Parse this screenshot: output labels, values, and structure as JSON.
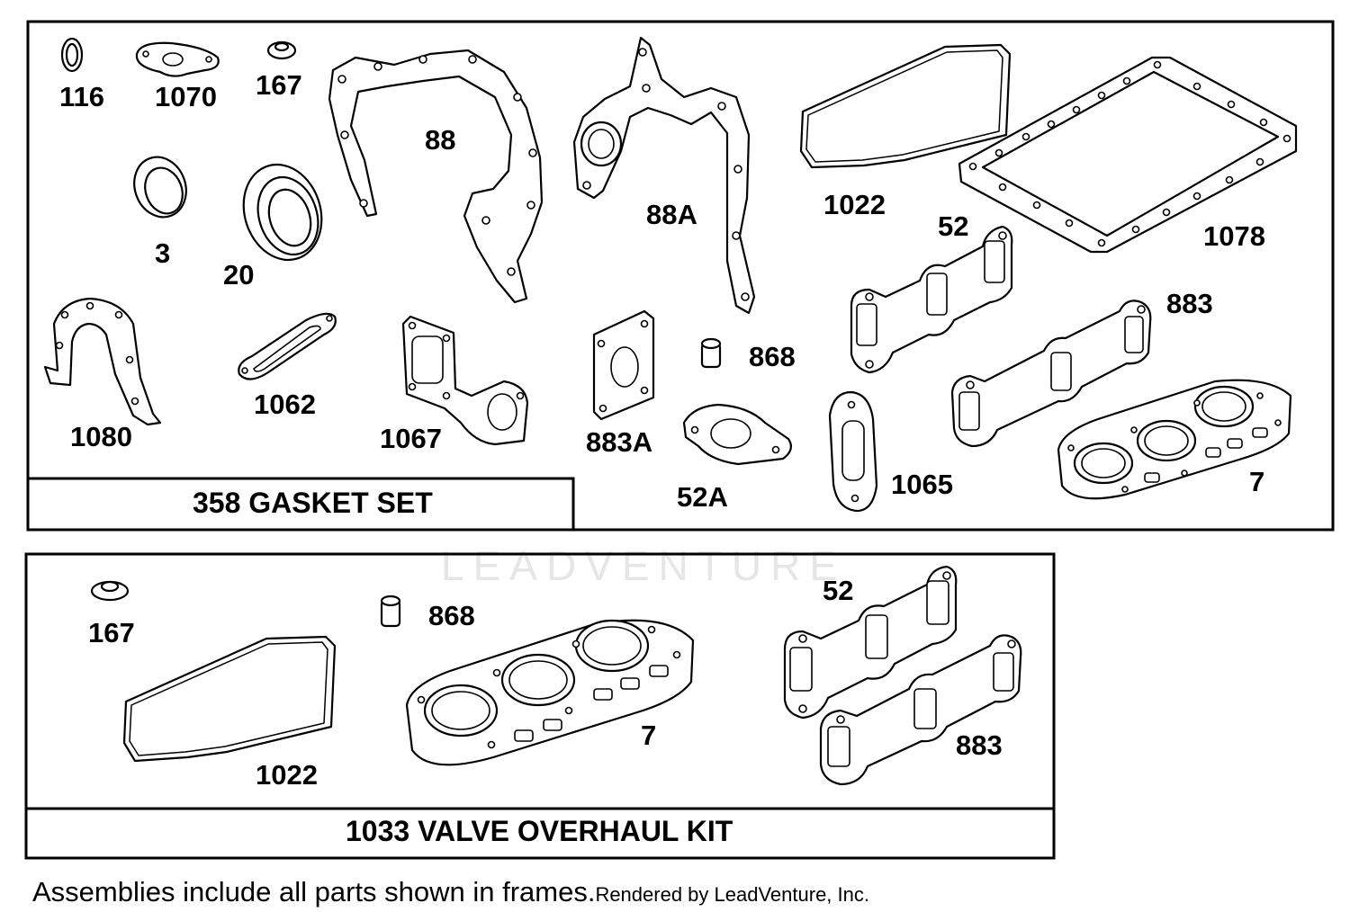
{
  "frames": {
    "gasket_set": {
      "title": "358 GASKET SET"
    },
    "valve_kit": {
      "title": "1033 VALVE OVERHAUL KIT"
    }
  },
  "watermark": "LEADVENTURE",
  "footnote": {
    "text": "Assemblies include all parts shown in frames.",
    "credit": "Rendered by LeadVenture, Inc."
  },
  "labels": {
    "p116": "116",
    "p1070": "1070",
    "p167": "167",
    "p88": "88",
    "p88a": "88A",
    "p1022": "1022",
    "p52": "52",
    "p1078": "1078",
    "p3": "3",
    "p20": "20",
    "p883": "883",
    "p868": "868",
    "p1080": "1080",
    "p1062": "1062",
    "p1067": "1067",
    "p883a": "883A",
    "p52a": "52A",
    "p1065": "1065",
    "p7": "7",
    "v167": "167",
    "v868": "868",
    "v52": "52",
    "v7": "7",
    "v1022": "1022",
    "v883": "883"
  }
}
